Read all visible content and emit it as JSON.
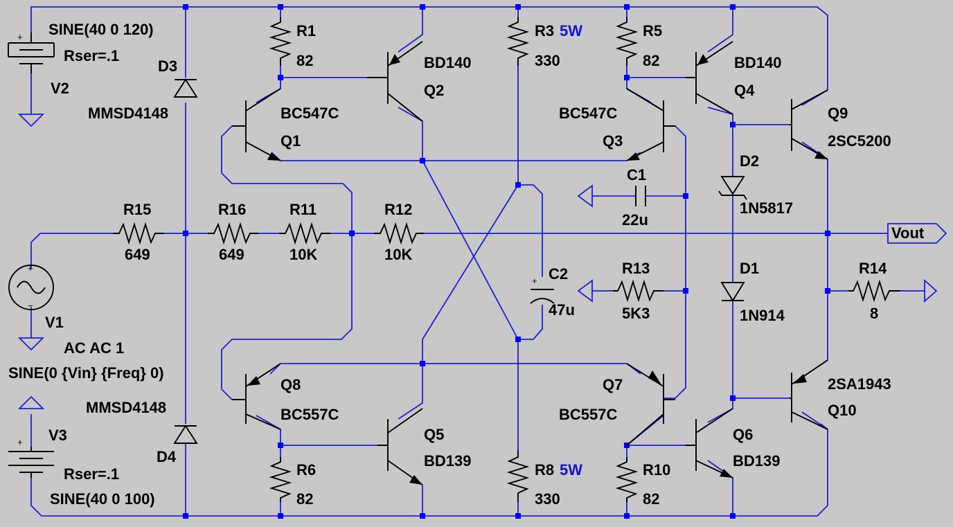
{
  "labels": {
    "v2_name": "V2",
    "v2_value": "SINE(40 0 120)",
    "v2_rser": "Rser=.1",
    "v3_name": "V3",
    "v3_value": "SINE(40 0 100)",
    "v3_rser": "Rser=.1",
    "v1_name": "V1",
    "v1_ac": "AC AC 1",
    "v1_value": "SINE(0 {Vin} {Freq} 0)",
    "d3_name": "D3",
    "d3_model": "MMSD4148",
    "d4_name": "D4",
    "d4_model": "MMSD4148",
    "r1_name": "R1",
    "r1_value": "82",
    "r3_name": "R3",
    "r3_power": "5W",
    "r3_value": "330",
    "r5_name": "R5",
    "r5_value": "82",
    "r6_name": "R6",
    "r6_value": "82",
    "r8_name": "R8",
    "r8_power": "5W",
    "r8_value": "330",
    "r10_name": "R10",
    "r10_value": "82",
    "r11_name": "R11",
    "r11_value": "10K",
    "r12_name": "R12",
    "r12_value": "10K",
    "r13_name": "R13",
    "r13_value": "5K3",
    "r14_name": "R14",
    "r14_value": "8",
    "r15_name": "R15",
    "r15_value": "649",
    "r16_name": "R16",
    "r16_value": "649",
    "q1_name": "Q1",
    "q1_model": "BC547C",
    "q2_name": "Q2",
    "q2_model": "BD140",
    "q3_name": "Q3",
    "q3_model": "BC547C",
    "q4_name": "Q4",
    "q4_model": "BD140",
    "q5_name": "Q5",
    "q5_model": "BD139",
    "q6_name": "Q6",
    "q6_model": "BD139",
    "q7_name": "Q7",
    "q7_model": "BC557C",
    "q8_name": "Q8",
    "q8_model": "BC557C",
    "q9_name": "Q9",
    "q9_model": "2SC5200",
    "q10_name": "Q10",
    "q10_model": "2SA1943",
    "c1_name": "C1",
    "c1_value": "22u",
    "c2_name": "C2",
    "c2_value": "47u",
    "d1_name": "D1",
    "d1_model": "1N914",
    "d2_name": "D2",
    "d2_model": "1N5817",
    "vout": "Vout",
    "plus": "+",
    "minus": "−"
  },
  "colors": {
    "background": "#c8c8c8",
    "wire": "#1f1fd2",
    "junction": "#0000ff",
    "component": "#000000",
    "power_rating": "#1414c8"
  }
}
